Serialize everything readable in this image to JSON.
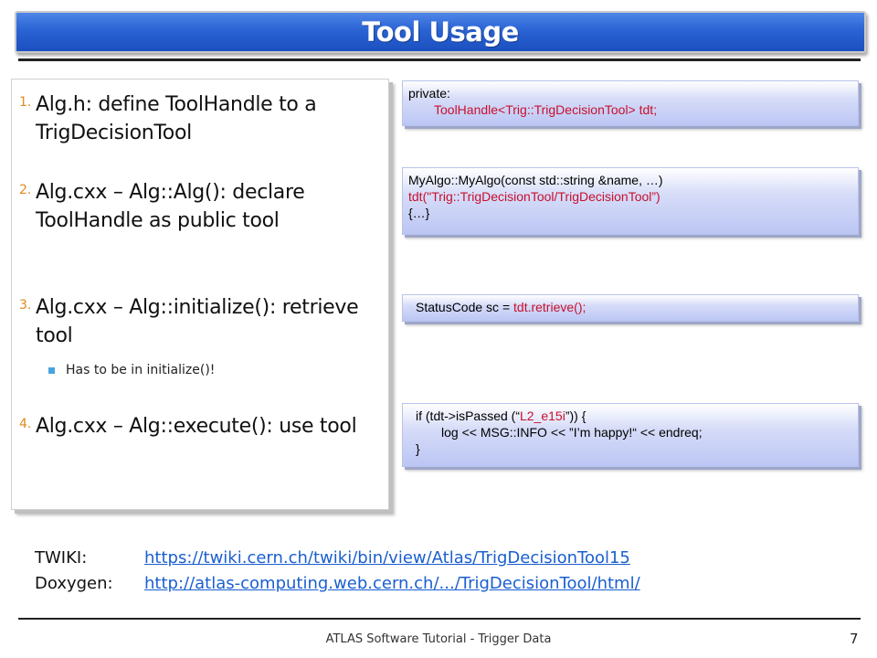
{
  "slide": {
    "title": "Tool Usage",
    "steps": [
      {
        "num": "1.",
        "text": "Alg.h:  define ToolHandle to a TrigDecisionTool"
      },
      {
        "num": "2.",
        "text": "Alg.cxx – Alg::Alg(): declare ToolHandle as public tool"
      },
      {
        "num": "3.",
        "text": "Alg.cxx – Alg::initialize(): retrieve tool"
      },
      {
        "num": "4.",
        "text": "Alg.cxx – Alg::execute(): use tool"
      }
    ],
    "sub_bullet": "Has to be in initialize()!",
    "code1": {
      "line1": "private:",
      "line2": "ToolHandle<Trig::TrigDecisionTool> tdt;"
    },
    "code2": {
      "line1": "MyAlgo::MyAlgo(const std::string &name, …)",
      "line2": "tdt(\"Trig::TrigDecisionTool/TrigDecisionTool”)",
      "line3": "{…}"
    },
    "code3": {
      "plain": "StatusCode sc = ",
      "red": "tdt.retrieve();"
    },
    "code4": {
      "l1a": "if (tdt->isPassed (“",
      "l1b": "L2_e15i",
      "l1c": "”))  {",
      "l2": "log << MSG::INFO << ”I’m happy!“ << endreq;",
      "l3": "}"
    },
    "links": [
      {
        "label": "TWIKI:",
        "url": "https://twiki.cern.ch/twiki/bin/view/Atlas/TrigDecisionTool15"
      },
      {
        "label": "Doxygen:",
        "url": "http://atlas-computing.web.cern.ch/.../TrigDecisionTool/html/"
      }
    ],
    "footer": "ATLAS Software Tutorial - Trigger Data",
    "page_number": "7"
  },
  "colors": {
    "title_bar": "#2a63d4",
    "accent_number": "#e08a1e",
    "code_red": "#c8102e",
    "link": "#1a5fd0"
  }
}
